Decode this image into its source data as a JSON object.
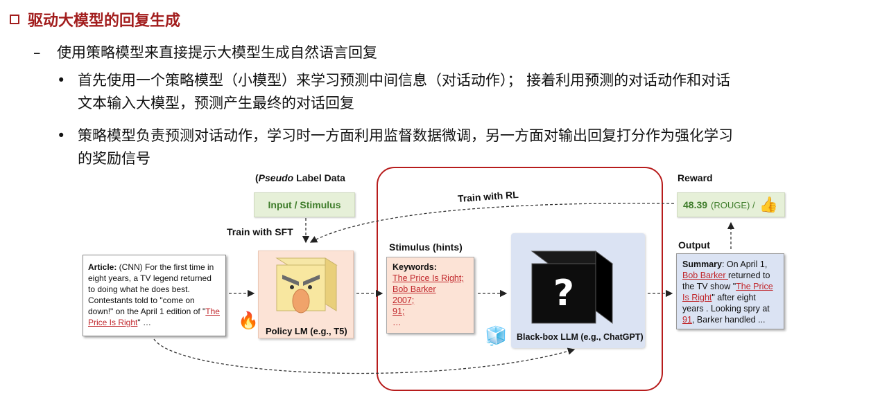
{
  "slide": {
    "title": "驱动大模型的回复生成",
    "level1": {
      "marker": "–",
      "text": "使用策略模型来直接提示大模型生成自然语言回复"
    },
    "bullets": [
      {
        "marker": "•",
        "line1": "首先使用一个策略模型（小模型）来学习预测中间信息（对话动作）； 接着利用预测的对话动作和对话",
        "line2": "文本输入大模型，预测产生最终的对话回复"
      },
      {
        "marker": "•",
        "line1": "策略模型负责预测对话动作，学习时一方面利用监督数据微调，另一方面对输出回复打分作为强化学习",
        "line2": "的奖励信号"
      }
    ]
  },
  "diagram": {
    "label_data": {
      "italic": "Pseudo",
      "rest": " Label Data"
    },
    "input_box": "Input / Stimulus",
    "train_sft": "Train with SFT",
    "train_rl": "Train with RL",
    "article": {
      "bold": "Article:",
      "text1": " (CNN) For the first time in eight years, a TV legend returned to doing what he does best. Contestants told to \"come on down!\" on the April 1 edition of \"",
      "link": "The Price Is Right",
      "text2": "\" …"
    },
    "policy_label": "Policy LM (e.g., T5)",
    "stimulus_label": "Stimulus (hints)",
    "stimulus": {
      "heading": "Keywords",
      "items": [
        "The Price Is Right;",
        "Bob Barker",
        "2007;",
        "91;"
      ],
      "ellipsis": "…"
    },
    "llm_label": "Black-box LLM (e.g., ChatGPT)",
    "reward_label": "Reward",
    "reward": {
      "score": "48.39",
      "metric": "(ROUGE) /"
    },
    "output_label": "Output",
    "summary": {
      "bold": "Summary",
      "t1": ": On April 1, ",
      "link1": "Bob Barker ",
      "t2": "returned to the TV show \"",
      "link2": "The Price Is Right",
      "t3": "\" after eight years . Looking spry at ",
      "link3": "91",
      "t4": ", Barker handled ..."
    },
    "colors": {
      "title_red": "#a21d1d",
      "frame_red": "#b71c1c",
      "green_fill": "#e6f0d8",
      "green_text": "#3f7d2b",
      "peach_fill": "#fce3d6",
      "blue_fill": "#dbe3f3",
      "link_red": "#c0252a"
    },
    "icons": [
      "fire-icon",
      "ice-cubes-icon",
      "thumbs-up-icon",
      "policy-face-icon",
      "black-box-cube-icon"
    ]
  }
}
